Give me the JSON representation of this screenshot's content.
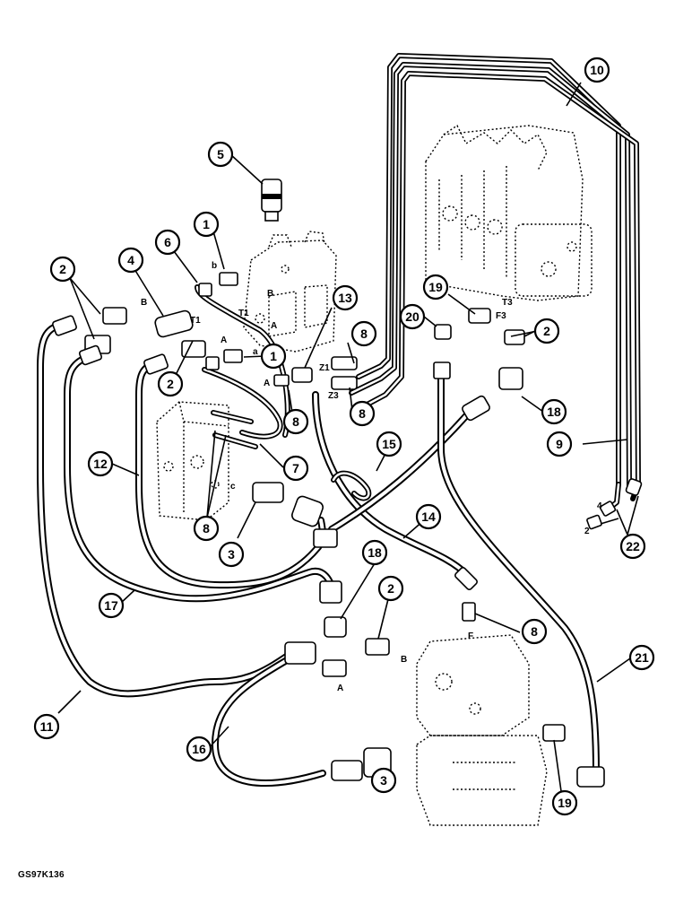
{
  "figure_code": "GS97K136",
  "callouts": [
    {
      "id": "c1a",
      "label": "1"
    },
    {
      "id": "c1b",
      "label": "1"
    },
    {
      "id": "c2a",
      "label": "2"
    },
    {
      "id": "c2b",
      "label": "2"
    },
    {
      "id": "c2c",
      "label": "2"
    },
    {
      "id": "c2d",
      "label": "2"
    },
    {
      "id": "c3a",
      "label": "3"
    },
    {
      "id": "c3b",
      "label": "3"
    },
    {
      "id": "c4",
      "label": "4"
    },
    {
      "id": "c5",
      "label": "5"
    },
    {
      "id": "c6",
      "label": "6"
    },
    {
      "id": "c7",
      "label": "7"
    },
    {
      "id": "c8a",
      "label": "8"
    },
    {
      "id": "c8b",
      "label": "8"
    },
    {
      "id": "c8c",
      "label": "8"
    },
    {
      "id": "c8d",
      "label": "8"
    },
    {
      "id": "c8e",
      "label": "8"
    },
    {
      "id": "c9",
      "label": "9"
    },
    {
      "id": "c10",
      "label": "10"
    },
    {
      "id": "c11",
      "label": "11"
    },
    {
      "id": "c12",
      "label": "12"
    },
    {
      "id": "c13",
      "label": "13"
    },
    {
      "id": "c14",
      "label": "14"
    },
    {
      "id": "c15",
      "label": "15"
    },
    {
      "id": "c16",
      "label": "16"
    },
    {
      "id": "c17",
      "label": "17"
    },
    {
      "id": "c18a",
      "label": "18"
    },
    {
      "id": "c18b",
      "label": "18"
    },
    {
      "id": "c19a",
      "label": "19"
    },
    {
      "id": "c19b",
      "label": "19"
    },
    {
      "id": "c20",
      "label": "20"
    },
    {
      "id": "c21",
      "label": "21"
    },
    {
      "id": "c22",
      "label": "22"
    }
  ],
  "port_labels": {
    "b_small": "b",
    "B_hose": "B",
    "T1": "T1",
    "B_block": "B",
    "T1_block": "T1",
    "A_block": "A",
    "A_dash": "A",
    "a_small": "a",
    "A_fit": "A",
    "Z1": "Z1",
    "Z3": "Z3",
    "F3": "F3",
    "T3": "T3",
    "c_small": "c",
    "F": "F",
    "B_lower": "B",
    "A_lower": "A",
    "port4": "4",
    "port2": "2"
  }
}
